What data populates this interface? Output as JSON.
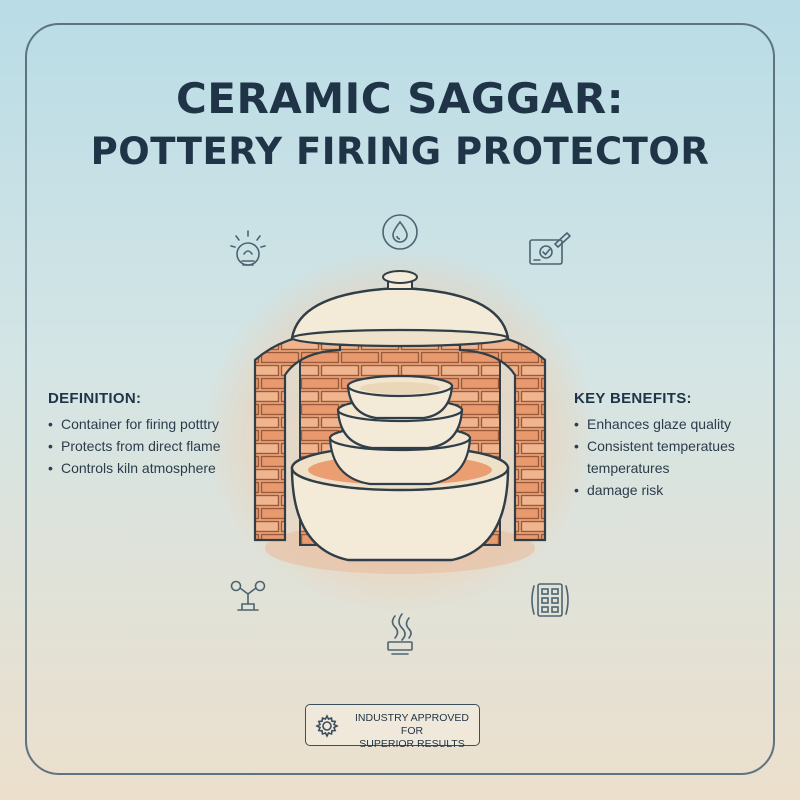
{
  "title": {
    "line1": "CERAMIC SAGGAR:",
    "line2": "POTTERY FIRING PROTECTOR"
  },
  "definition": {
    "heading": "DEFINITION:",
    "items": [
      "Container for firing potttry",
      "Protects from direct flame",
      "Controls kiln atmosphere"
    ]
  },
  "benefits": {
    "heading": "KEY BENEFITS:",
    "items": [
      "Enhances glaze quality",
      "Consistent temperatues",
      "temperatures",
      "damage risk"
    ]
  },
  "badge": {
    "line1": "INDUSTRY APPROVED FOR",
    "line2": "SUPERIOR RESULTS"
  },
  "icons": {
    "top_left": "lightbulb-icon",
    "top_center": "water-drop-icon",
    "top_right": "checklist-icon",
    "bottom_left": "molecule-icon",
    "bottom_center": "flame-icon",
    "bottom_right": "control-panel-icon",
    "badge": "gear-icon"
  },
  "colors": {
    "title": "#1f3446",
    "brick": "#e8a47b",
    "clay": "#f3e8d4",
    "outline": "#2f3e48",
    "icon": "#4c6472"
  }
}
